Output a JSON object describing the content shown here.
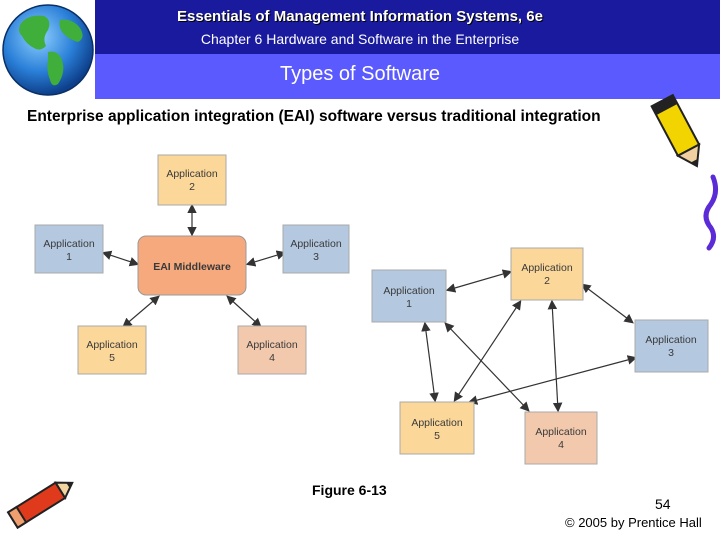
{
  "slide": {
    "header_title": "Essentials of Management Information Systems, 6e",
    "header_subtitle": "Chapter 6 Hardware and Software in the Enterprise",
    "section_title": "Types of Software",
    "subtitle": "Enterprise application integration (EAI) software versus traditional integration",
    "caption": "Figure 6-13",
    "page_number": "54",
    "copyright": "© 2005 by Prentice Hall"
  },
  "eai_diagram": {
    "middleware": "EAI Middleware",
    "app1": [
      "Application",
      "1"
    ],
    "app2": [
      "Application",
      "2"
    ],
    "app3": [
      "Application",
      "3"
    ],
    "app4": [
      "Application",
      "4"
    ],
    "app5": [
      "Application",
      "5"
    ]
  },
  "traditional_diagram": {
    "app1": [
      "Application",
      "1"
    ],
    "app2": [
      "Application",
      "2"
    ],
    "app3": [
      "Application",
      "3"
    ],
    "app4": [
      "Application",
      "4"
    ],
    "app5": [
      "Application",
      "5"
    ]
  },
  "colors": {
    "header": "#1a1a9e",
    "band": "#5a5aff",
    "app_yellow": "#fbd79a",
    "app_blue": "#b4c8e0",
    "app_peach": "#f2c9ad",
    "middleware": "#f5a97d"
  },
  "icons": [
    "globe-icon",
    "pencil-icon",
    "pen-writing-icon"
  ]
}
